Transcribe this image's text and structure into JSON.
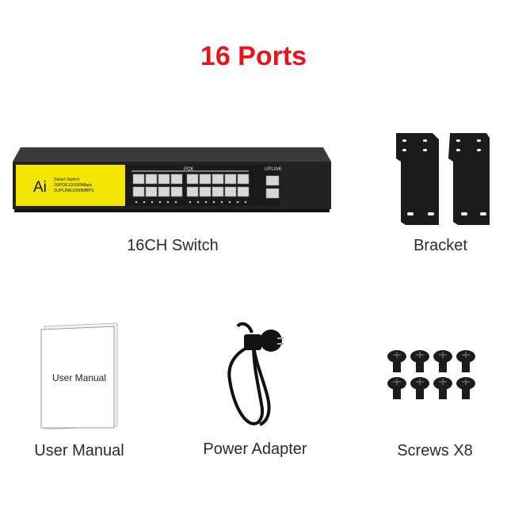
{
  "title": "16 Ports",
  "switch": {
    "caption": "16CH Switch",
    "brand": "Ai",
    "line1": "Smart Switch",
    "line2": "16POE10/100Mbps",
    "line3": "2UPLINK1000MBPS",
    "poe_label": "POE",
    "uplink_label": "UPLINK"
  },
  "bracket": {
    "caption": "Bracket"
  },
  "manual": {
    "caption": "User Manual",
    "cover_text": "User Manual"
  },
  "power": {
    "caption": "Power Adapter"
  },
  "screws": {
    "caption": "Screws X8"
  },
  "colors": {
    "title": "#e8141b",
    "switch_panel": "#f2e600",
    "switch_body": "#2a2a2a"
  }
}
